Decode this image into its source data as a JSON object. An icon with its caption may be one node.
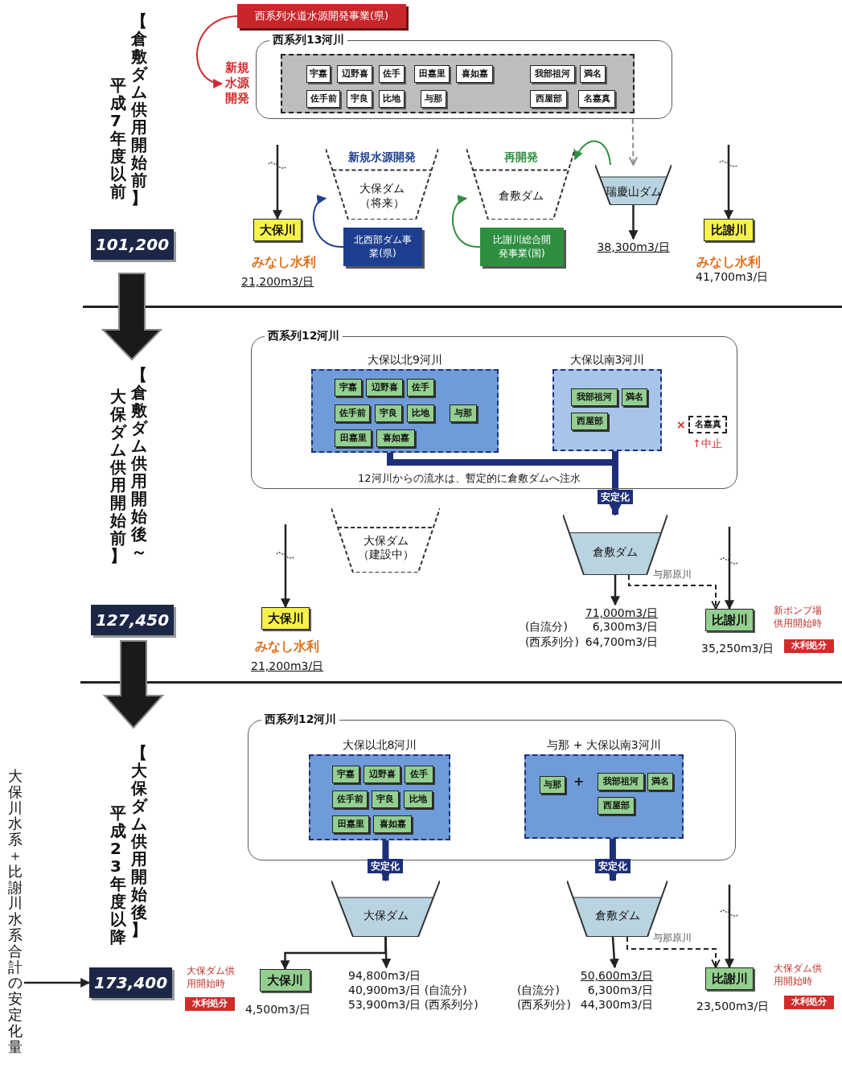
{
  "diagram": {
    "nodes": [
      {
        "text": [
          "西系列水道水源開発事業(県)"
        ]
      },
      {
        "text": [
          "西系列13河川"
        ]
      },
      {
        "text": [],
        "shape": "box",
        "in": 1
      },
      {
        "text": [
          "宇嘉"
        ],
        "in": 2
      },
      {
        "text": [
          "辺野喜"
        ],
        "in": 2
      },
      {
        "text": [
          "佐手"
        ],
        "in": 2
      },
      {
        "text": [
          "田嘉里"
        ],
        "in": 2
      },
      {
        "text": [
          "喜如嘉"
        ],
        "in": 2
      },
      {
        "text": [
          "我部祖河"
        ],
        "in": 2
      },
      {
        "text": [
          "満名"
        ],
        "in": 2
      },
      {
        "text": [
          "佐手前"
        ],
        "in": 2
      },
      {
        "text": [
          "宇良"
        ],
        "in": 2
      },
      {
        "text": [
          "比地"
        ],
        "in": 2
      },
      {
        "text": [
          "与那"
        ],
        "in": 2
      },
      {
        "text": [
          "西屋部"
        ],
        "in": 2
      },
      {
        "text": [
          "名嘉真"
        ],
        "in": 2
      },
      {
        "text": [
          "新規水源開発"
        ]
      },
      {
        "text": [
          "新規水源開発",
          "大保ダム（将来）"
        ]
      },
      {
        "text": [
          "北西部ダム事業(県)"
        ]
      },
      {
        "text": [
          "再開発",
          "倉敷ダム"
        ]
      },
      {
        "text": [
          "比謝川総合開発事業(国)"
        ]
      },
      {
        "text": [
          "瑞慶山ダム"
        ]
      },
      {
        "text": [
          "大保川"
        ],
        "beside": [
          "みなし水利",
          "21,200m3/日"
        ]
      },
      {
        "text": [
          "比謝川"
        ],
        "beside": [
          "みなし水利",
          "41,700m3/日"
        ]
      },
      {
        "text": [
          "38,300m3/日"
        ]
      },
      {
        "text": [
          "西系列12河川"
        ]
      },
      {
        "text": [
          "大保以北9河川"
        ],
        "in": 25
      },
      {
        "text": [
          "宇嘉"
        ],
        "in": 26
      },
      {
        "text": [
          "辺野喜"
        ],
        "in": 26
      },
      {
        "text": [
          "佐手"
        ],
        "in": 26
      },
      {
        "text": [
          "佐手前"
        ],
        "in": 26
      },
      {
        "text": [
          "宇良"
        ],
        "in": 26
      },
      {
        "text": [
          "比地"
        ],
        "in": 26
      },
      {
        "text": [
          "与那"
        ],
        "in": 26
      },
      {
        "text": [
          "田嘉里"
        ],
        "in": 26
      },
      {
        "text": [
          "喜如嘉"
        ],
        "in": 26
      },
      {
        "text": [
          "大保以南3河川"
        ],
        "in": 25
      },
      {
        "text": [
          "我部祖河"
        ],
        "in": 36
      },
      {
        "text": [
          "満名"
        ],
        "in": 36
      },
      {
        "text": [
          "西屋部"
        ],
        "in": 36
      },
      {
        "text": [
          "名嘉真"
        ],
        "in": 25,
        "beside": [
          "×",
          "↑中止"
        ]
      },
      {
        "text": [
          "大保ダム（建設中）"
        ]
      },
      {
        "text": [
          "倉敷ダム"
        ]
      },
      {
        "text": [
          "大保川"
        ],
        "beside": [
          "みなし水利",
          "21,200m3/日"
        ]
      },
      {
        "text": [
          "比謝川"
        ],
        "beside": [
          "35,250m3/日"
        ]
      },
      {
        "text": [
          "水利処分"
        ],
        "beside": [
          "新ポンプ場供用開始時"
        ]
      },
      {
        "text": [
          "71,000m3/日"
        ]
      },
      {
        "text": [
          "西系列12河川"
        ]
      },
      {
        "text": [
          "大保以北8河川"
        ],
        "in": 47
      },
      {
        "text": [
          "宇嘉"
        ],
        "in": 48
      },
      {
        "text": [
          "辺野喜"
        ],
        "in": 48
      },
      {
        "text": [
          "佐手"
        ],
        "in": 48
      },
      {
        "text": [
          "佐手前"
        ],
        "in": 48
      },
      {
        "text": [
          "宇良"
        ],
        "in": 48
      },
      {
        "text": [
          "比地"
        ],
        "in": 48
      },
      {
        "text": [
          "田嘉里"
        ],
        "in": 48
      },
      {
        "text": [
          "喜如嘉"
        ],
        "in": 48
      },
      {
        "text": [
          "与那 + 大保以南3河川"
        ],
        "in": 47
      },
      {
        "text": [
          "与那"
        ],
        "in": 57
      },
      {
        "text": [
          "我部祖河"
        ],
        "in": 57
      },
      {
        "text": [
          "満名"
        ],
        "in": 57
      },
      {
        "text": [
          "西屋部"
        ],
        "in": 57
      },
      {
        "text": [
          "大保ダム"
        ]
      },
      {
        "text": [
          "倉敷ダム"
        ]
      },
      {
        "text": [
          "大保川"
        ],
        "beside": [
          "4,500m3/日"
        ]
      },
      {
        "text": [
          "94,800m3/日"
        ]
      },
      {
        "text": [
          "50,600m3/日"
        ]
      },
      {
        "text": [
          "比謝川"
        ],
        "beside": [
          "23,500m3/日"
        ]
      },
      {
        "text": [
          "水利処分"
        ],
        "beside": [
          "大保ダム供用開始時"
        ]
      },
      {
        "text": [
          "水利処分"
        ],
        "beside": [
          "大保ダム供用開始時"
        ]
      },
      {
        "text": [
          "101,200"
        ]
      },
      {
        "text": [
          "127,450"
        ]
      },
      {
        "text": [
          "173,400"
        ]
      },
      {
        "text": [
          "大保川水系＋比謝川水系合計の安定化量"
        ]
      }
    ],
    "edges": [
      {
        "from": 0,
        "to": 16,
        "arrow": "to",
        "color": "#d0282e"
      },
      {
        "from": 1,
        "to": 21,
        "arrow": "to",
        "style": "dashed",
        "color": "#8a8a8a"
      },
      {
        "from": 18,
        "to": 17,
        "arrow": "to",
        "color": "#1e3f8f"
      },
      {
        "from": 20,
        "to": 19,
        "arrow": "to",
        "color": "#2f8f40"
      },
      {
        "from": 21,
        "to": 19,
        "arrow": "to",
        "color": "#2f8f40"
      },
      {
        "from": null,
        "to": 22,
        "arrow": "to"
      },
      {
        "from": null,
        "to": 23,
        "arrow": "to"
      },
      {
        "from": 21,
        "to": 24,
        "arrow": "to"
      },
      {
        "from": 26,
        "to": 42,
        "arrow": "to",
        "style": "thick",
        "color": "#1e2f7a"
      },
      {
        "from": 36,
        "to": 42,
        "arrow": "to",
        "style": "thick",
        "color": "#1e2f7a",
        "label": "安定化"
      },
      {
        "from": null,
        "to": 43,
        "arrow": "to"
      },
      {
        "from": null,
        "to": 44,
        "arrow": "to"
      },
      {
        "from": 42,
        "to": 44,
        "arrow": "to",
        "style": "dashed",
        "label": "与那原川"
      },
      {
        "from": 42,
        "to": 46,
        "arrow": "to"
      },
      {
        "from": 48,
        "to": 62,
        "arrow": "to",
        "style": "thick",
        "color": "#1e2f7a",
        "label": "安定化"
      },
      {
        "from": 57,
        "to": 63,
        "arrow": "to",
        "style": "thick",
        "color": "#1e2f7a",
        "label": "安定化"
      },
      {
        "from": 62,
        "to": 64,
        "arrow": "to"
      },
      {
        "from": 62,
        "to": 65,
        "arrow": "to"
      },
      {
        "from": 63,
        "to": 66,
        "arrow": "to"
      },
      {
        "from": null,
        "to": 67,
        "arrow": "to"
      },
      {
        "from": 63,
        "to": 67,
        "arrow": "to",
        "style": "dashed",
        "label": "与那原川"
      },
      {
        "from": 73,
        "to": 72,
        "arrow": "to"
      }
    ],
    "labels": [
      "【倉敷ダム供用開始前】",
      "平成7年度以前",
      "12河川からの流水は、暫定的に倉敷ダムへ注水",
      "(自流分)",
      "6,300m3/日",
      "(西系列分)",
      "64,700m3/日",
      "【倉敷ダム供用開始後～",
      "大保ダム供用開始前】",
      "+",
      "40,900m3/日 (自流分)",
      "53,900m3/日 (西系列分)",
      "(自流分)",
      "6,300m3/日",
      "(西系列分)",
      "44,300m3/日",
      "【大保ダム供用開始後】",
      "平成23年度以降"
    ]
  }
}
